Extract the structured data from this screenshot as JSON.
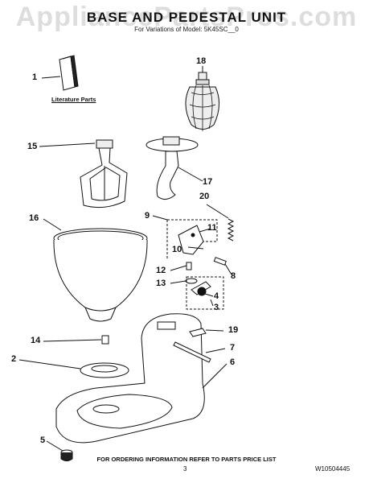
{
  "header": {
    "title": "BASE AND PEDESTAL UNIT",
    "subtitle": "For Variations of Model: 5K45SC__0"
  },
  "watermark": "AppliancePartsPros.com",
  "literature_label": "Literature Parts",
  "callouts": {
    "c1": "1",
    "c2": "2",
    "c3": "3",
    "c4": "4",
    "c5": "5",
    "c6": "6",
    "c7": "7",
    "c8": "8",
    "c9": "9",
    "c10": "10",
    "c11": "11",
    "c12": "12",
    "c13": "13",
    "c14": "14",
    "c15": "15",
    "c16": "16",
    "c17": "17",
    "c18": "18",
    "c19": "19",
    "c20": "20"
  },
  "footer": {
    "ordering_note": "FOR ORDERING INFORMATION REFER TO PARTS PRICE LIST",
    "page_number": "3",
    "document_number": "W10504445"
  }
}
